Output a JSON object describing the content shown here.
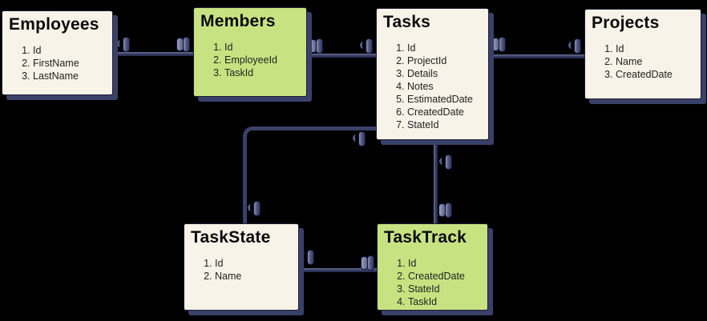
{
  "diagram": {
    "type": "entity-relationship",
    "background_color": "#000000",
    "entity_fill": "#f7f3e8",
    "highlight_fill": "#c7e381",
    "shadow_color": "#3a4168",
    "line_color": "#3a4068",
    "entities": [
      {
        "id": "employees",
        "title": "Employees",
        "highlighted": false,
        "attributes": [
          "Id",
          "FirstName",
          "LastName"
        ]
      },
      {
        "id": "members",
        "title": "Members",
        "highlighted": true,
        "attributes": [
          "Id",
          "EmployeeId",
          "TaskId"
        ]
      },
      {
        "id": "tasks",
        "title": "Tasks",
        "highlighted": false,
        "attributes": [
          "Id",
          "ProjectId",
          "Details",
          "Notes",
          "EstimatedDate",
          "CreatedDate",
          "StateId"
        ]
      },
      {
        "id": "projects",
        "title": "Projects",
        "highlighted": false,
        "attributes": [
          "Id",
          "Name",
          "CreatedDate"
        ]
      },
      {
        "id": "taskstate",
        "title": "TaskState",
        "highlighted": false,
        "attributes": [
          "Id",
          "Name"
        ]
      },
      {
        "id": "tasktrack",
        "title": "TaskTrack",
        "highlighted": true,
        "attributes": [
          "Id",
          "CreatedDate",
          "StateId",
          "TaskId"
        ]
      }
    ],
    "relationships": [
      {
        "from": "Employees",
        "to": "Members",
        "from_cardinality": "one",
        "to_cardinality": "many"
      },
      {
        "from": "Tasks",
        "to": "Members",
        "from_cardinality": "one",
        "to_cardinality": "many"
      },
      {
        "from": "Projects",
        "to": "Tasks",
        "from_cardinality": "one",
        "to_cardinality": "many"
      },
      {
        "from": "Tasks",
        "to": "TaskState",
        "from_cardinality": "one",
        "to_cardinality": "one"
      },
      {
        "from": "Tasks",
        "to": "TaskTrack",
        "from_cardinality": "one",
        "to_cardinality": "many"
      },
      {
        "from": "TaskState",
        "to": "TaskTrack",
        "from_cardinality": "one",
        "to_cardinality": "many"
      }
    ]
  }
}
